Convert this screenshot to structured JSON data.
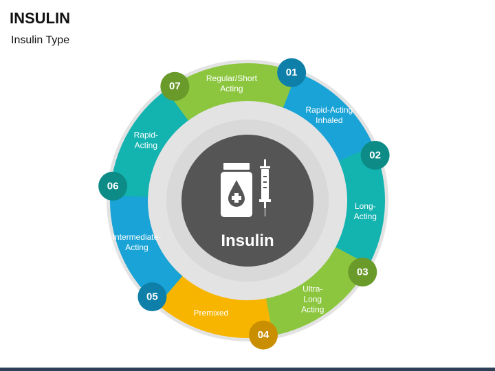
{
  "header": {
    "title": "INSULIN",
    "subtitle": "Insulin Type"
  },
  "center": {
    "label": "Insulin"
  },
  "steps": [
    {
      "number": "01",
      "label_lines": [
        "Rapid-Acting",
        "Inhaled"
      ],
      "color": "#1aa3d6",
      "badge_color": "#0e7fa8"
    },
    {
      "number": "02",
      "label_lines": [
        "Long-",
        "Acting"
      ],
      "color": "#13b3b0",
      "badge_color": "#0d8b86"
    },
    {
      "number": "03",
      "label_lines": [
        "Ultra-",
        "Long",
        "Acting"
      ],
      "color": "#8cc63f",
      "badge_color": "#6a9a2a"
    },
    {
      "number": "04",
      "label_lines": [
        "Premixed"
      ],
      "color": "#f7b500",
      "badge_color": "#c98f00"
    },
    {
      "number": "05",
      "label_lines": [
        "Intermediate-",
        "Acting"
      ],
      "color": "#1aa3d6",
      "badge_color": "#0e7fa8"
    },
    {
      "number": "06",
      "label_lines": [
        "Rapid-",
        "Acting"
      ],
      "color": "#13b3b0",
      "badge_color": "#0d8b86"
    },
    {
      "number": "07",
      "label_lines": [
        "Regular/Short",
        "Acting"
      ],
      "color": "#8cc63f",
      "badge_color": "#6a9a2a"
    }
  ],
  "colors": {
    "ring_bg": "#e3e3e3",
    "center_dark": "#555555",
    "center_ring": "#cfcfcf"
  }
}
